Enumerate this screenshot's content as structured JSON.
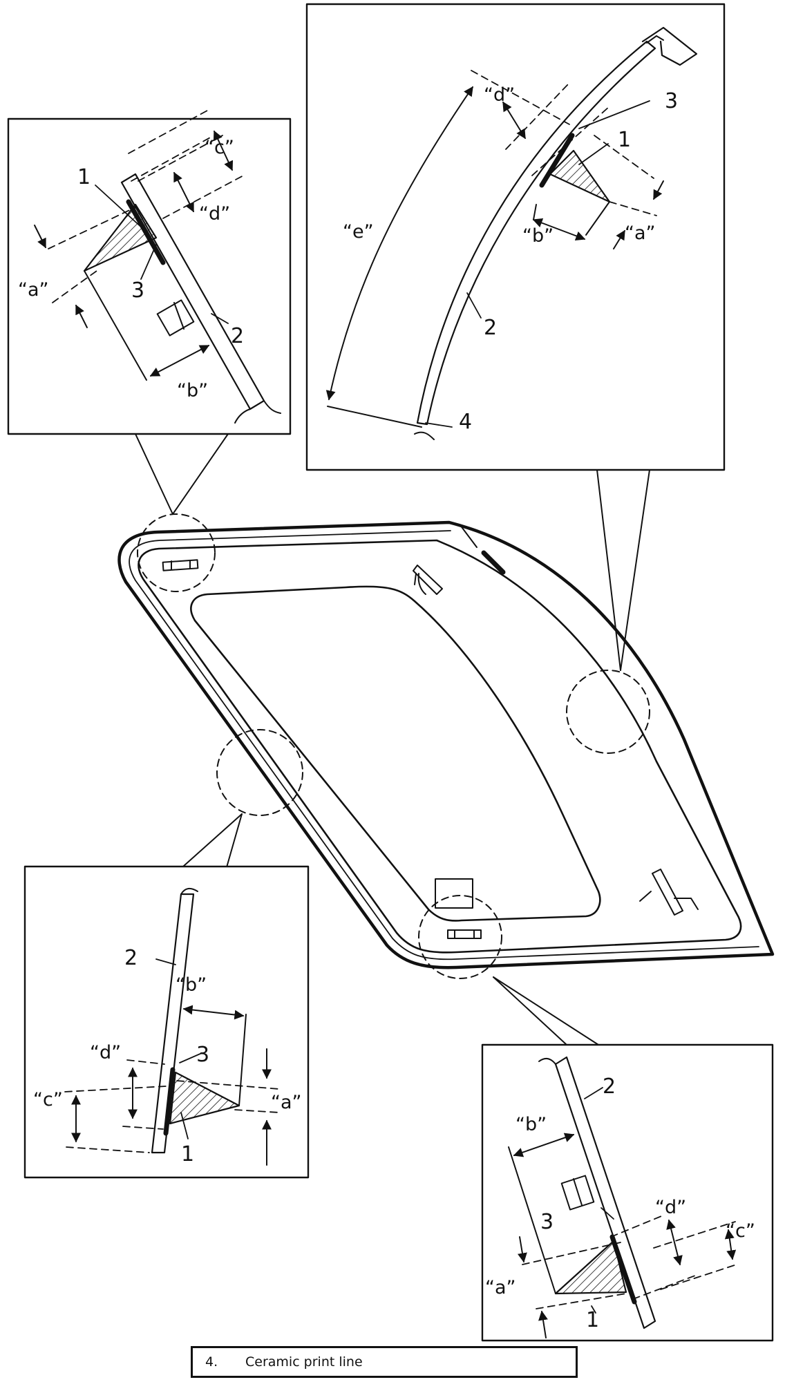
{
  "labels": {
    "n1": "1",
    "n2": "2",
    "n3": "3",
    "n4": "4",
    "a": "“a”",
    "b": "“b”",
    "c": "“c”",
    "d": "“d”",
    "e": "“e”"
  },
  "legend": [
    {
      "num": "4.",
      "text": "Ceramic print line"
    }
  ]
}
